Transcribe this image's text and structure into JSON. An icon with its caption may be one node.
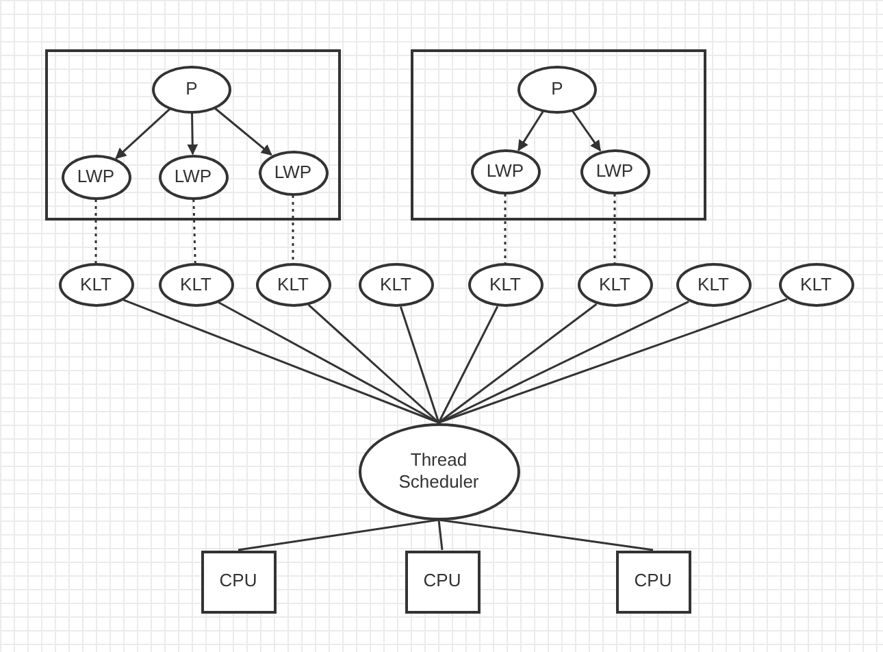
{
  "diagram": {
    "nodes": [
      {
        "text": [],
        "shape": "box"
      },
      {
        "text": [
          "P"
        ],
        "in": 0
      },
      {
        "text": [
          "LWP"
        ],
        "in": 0
      },
      {
        "text": [
          "LWP"
        ],
        "in": 0
      },
      {
        "text": [
          "LWP"
        ],
        "in": 0
      },
      {
        "text": [],
        "shape": "box"
      },
      {
        "text": [
          "P"
        ],
        "in": 5
      },
      {
        "text": [
          "LWP"
        ],
        "in": 5
      },
      {
        "text": [
          "LWP"
        ],
        "in": 5
      },
      {
        "text": [
          "KLT"
        ]
      },
      {
        "text": [
          "KLT"
        ]
      },
      {
        "text": [
          "KLT"
        ]
      },
      {
        "text": [
          "KLT"
        ]
      },
      {
        "text": [
          "KLT"
        ]
      },
      {
        "text": [
          "KLT"
        ]
      },
      {
        "text": [
          "KLT"
        ]
      },
      {
        "text": [
          "KLT"
        ]
      },
      {
        "text": [
          "Thread Scheduler"
        ]
      },
      {
        "text": [
          "CPU"
        ]
      },
      {
        "text": [
          "CPU"
        ]
      },
      {
        "text": [
          "CPU"
        ]
      }
    ],
    "edges": [
      {
        "from": 1,
        "to": 2,
        "arrow": "to"
      },
      {
        "from": 1,
        "to": 3,
        "arrow": "to"
      },
      {
        "from": 1,
        "to": 4,
        "arrow": "to"
      },
      {
        "from": 6,
        "to": 7,
        "arrow": "to"
      },
      {
        "from": 6,
        "to": 8,
        "arrow": "to"
      },
      {
        "from": 2,
        "to": 9,
        "arrow": "none",
        "style": "dashed"
      },
      {
        "from": 3,
        "to": 10,
        "arrow": "none",
        "style": "dashed"
      },
      {
        "from": 4,
        "to": 11,
        "arrow": "none",
        "style": "dashed"
      },
      {
        "from": 7,
        "to": 13,
        "arrow": "none",
        "style": "dashed"
      },
      {
        "from": 8,
        "to": 14,
        "arrow": "none",
        "style": "dashed"
      },
      {
        "from": 9,
        "to": 17,
        "arrow": "none"
      },
      {
        "from": 10,
        "to": 17,
        "arrow": "none"
      },
      {
        "from": 11,
        "to": 17,
        "arrow": "none"
      },
      {
        "from": 12,
        "to": 17,
        "arrow": "none"
      },
      {
        "from": 13,
        "to": 17,
        "arrow": "none"
      },
      {
        "from": 14,
        "to": 17,
        "arrow": "none"
      },
      {
        "from": 15,
        "to": 17,
        "arrow": "none"
      },
      {
        "from": 16,
        "to": 17,
        "arrow": "none"
      },
      {
        "from": 17,
        "to": 18,
        "arrow": "none"
      },
      {
        "from": 17,
        "to": 19,
        "arrow": "none"
      },
      {
        "from": 17,
        "to": 20,
        "arrow": "none"
      }
    ]
  }
}
